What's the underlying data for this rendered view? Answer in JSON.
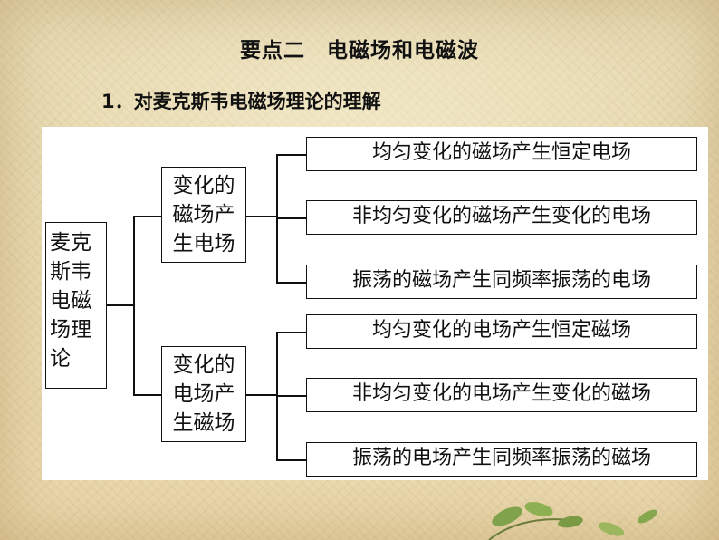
{
  "title": "要点二　电磁场和电磁波",
  "subtitle": "1．对麦克斯韦电磁场理论的理解",
  "root": "麦克斯韦电磁场理论",
  "branches": [
    {
      "label": "变化的磁场产生电场",
      "items": [
        "均匀变化的磁场产生恒定电场",
        "非均匀变化的磁场产生变化的电场",
        "振荡的磁场产生同频率振荡的电场"
      ]
    },
    {
      "label": "变化的电场产生磁场",
      "items": [
        "均匀变化的电场产生恒定磁场",
        "非均匀变化的电场产生变化的磁场",
        "振荡的电场产生同频率振荡的磁场"
      ]
    }
  ],
  "colors": {
    "background": "#e8dcb5",
    "panel": "#ffffff",
    "ink": "#111111",
    "leaf": "#7fa24a"
  }
}
